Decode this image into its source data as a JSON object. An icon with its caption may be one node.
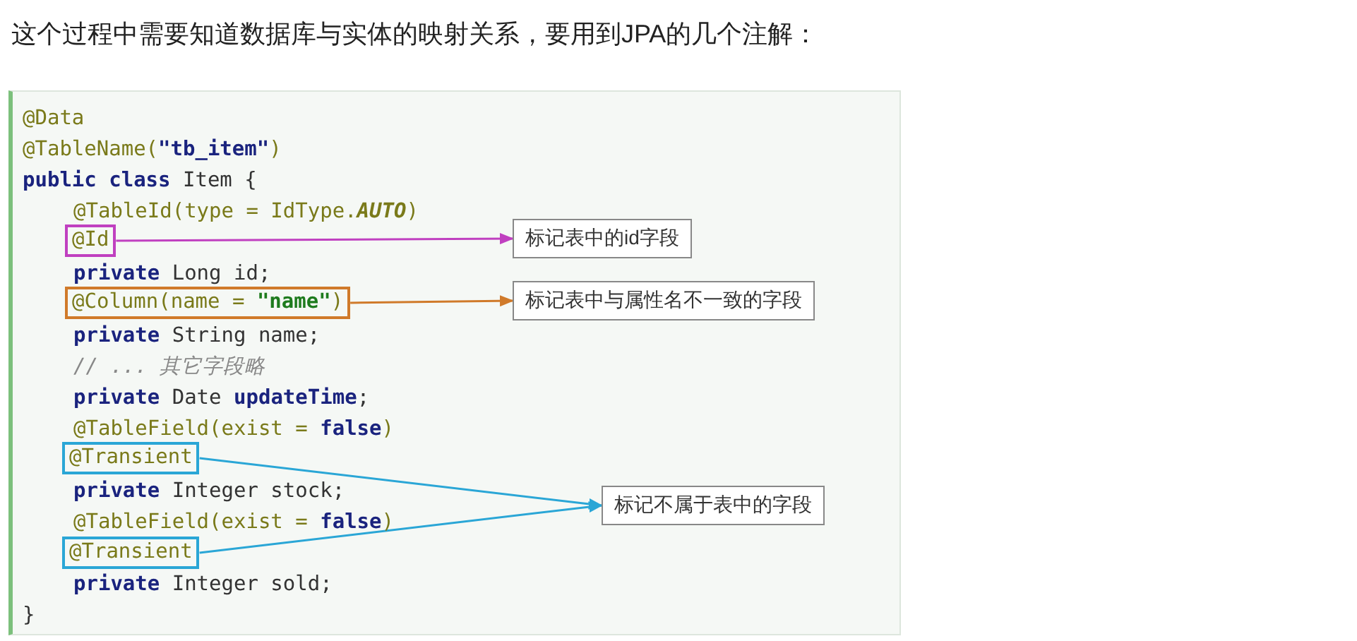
{
  "diagram": {
    "title": "这个过程中需要知道数据库与实体的映射关系，要用到JPA的几个注解：",
    "nodes": [
      {
        "text": [
          "@Id"
        ]
      },
      {
        "text": [
          "标记表中的id字段"
        ]
      },
      {
        "text": [
          "@Column(name = **\"name\"**)"
        ]
      },
      {
        "text": [
          "标记表中与属性名不一致的字段"
        ]
      },
      {
        "text": [
          "@Transient"
        ]
      },
      {
        "text": [
          "标记不属于表中的字段"
        ]
      },
      {
        "text": [
          "@Transient"
        ]
      }
    ],
    "edges": [
      {
        "from": 0,
        "to": 1,
        "arrow": "to",
        "color": "#c040c0"
      },
      {
        "from": 2,
        "to": 3,
        "arrow": "to",
        "color": "#d07a2a"
      },
      {
        "from": 4,
        "to": 5,
        "arrow": "to",
        "color": "#2aa6d6"
      },
      {
        "from": 6,
        "to": 5,
        "arrow": "to",
        "color": "#2aa6d6"
      }
    ],
    "labels": [
      "@Data",
      "@TableName(**\"tb_item\"**)",
      "**public class** Item {",
      "@TableId(type = IdType.*AUTO*)",
      "**private** Long id;",
      "**private** String name;",
      "// ... 其它字段略",
      "**private** Date **updateTime**;",
      "@TableField(exist = **false**)",
      "**private** Integer stock;",
      "@TableField(exist = **false**)",
      "**private** Integer sold;",
      "}"
    ]
  }
}
